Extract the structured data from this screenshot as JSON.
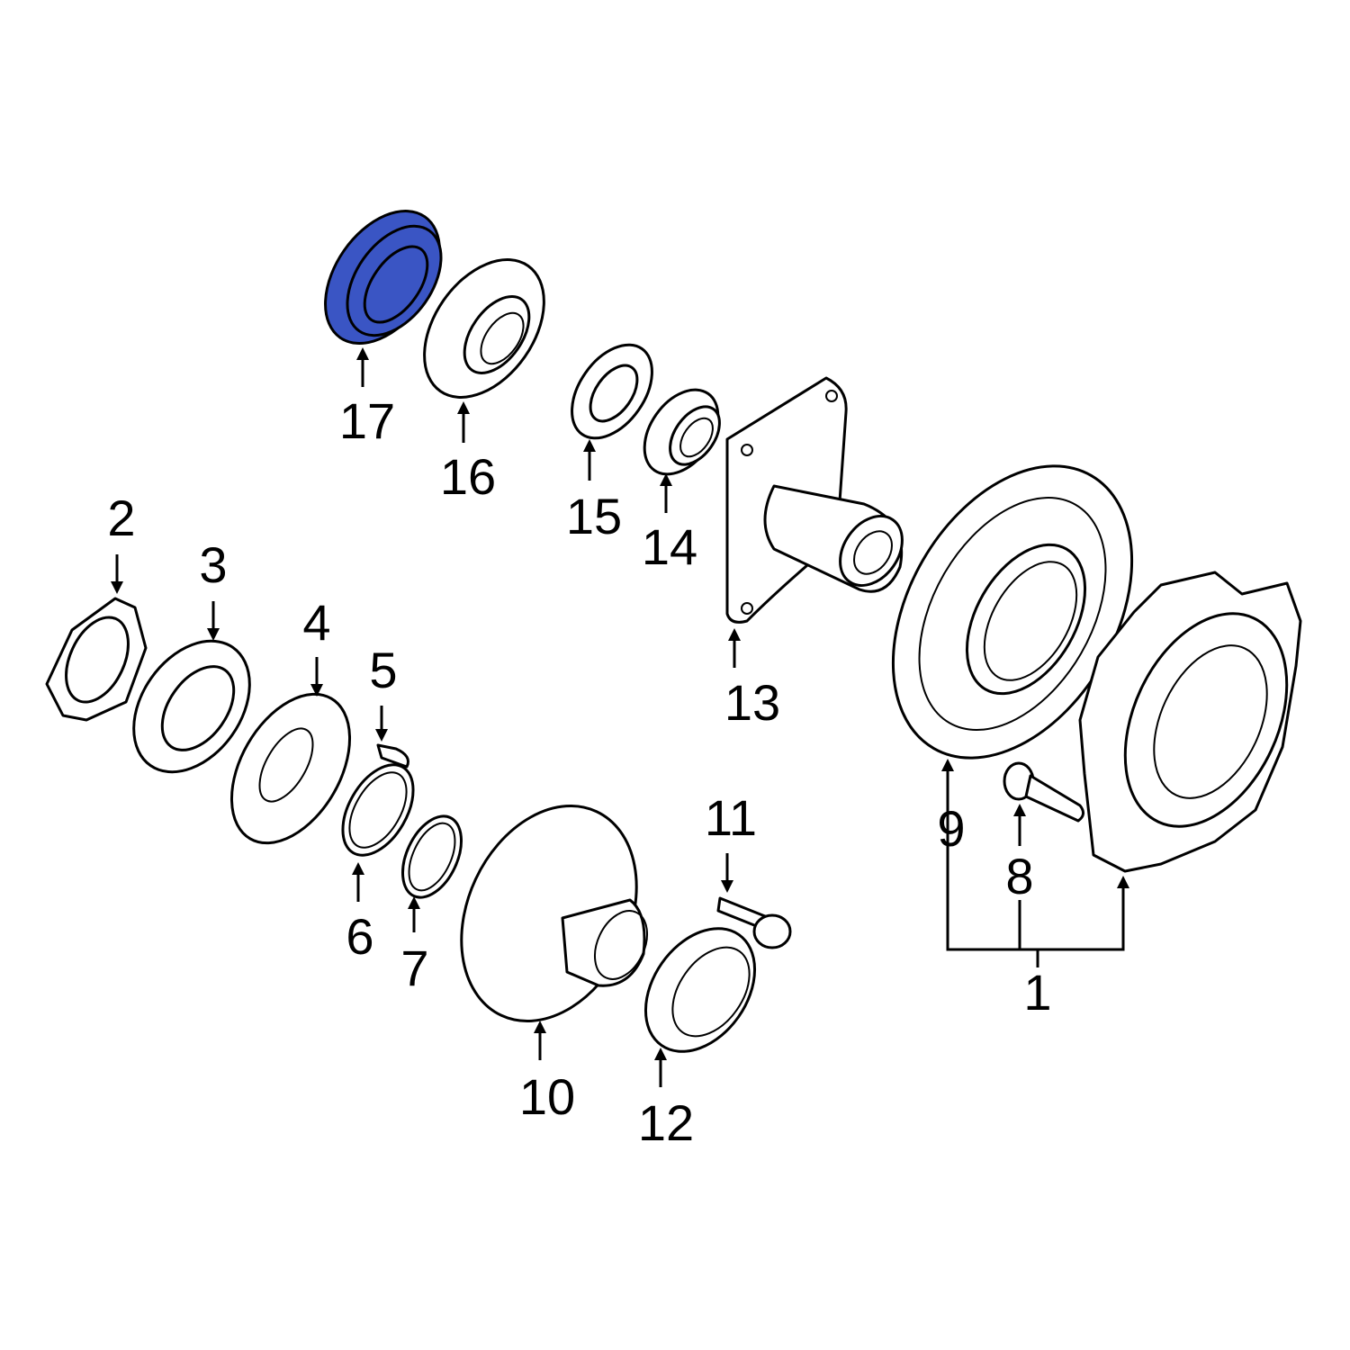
{
  "diagram": {
    "highlight_color": "#3a55c4",
    "callouts": [
      {
        "id": "1",
        "text": "1"
      },
      {
        "id": "2",
        "text": "2"
      },
      {
        "id": "3",
        "text": "3"
      },
      {
        "id": "4",
        "text": "4"
      },
      {
        "id": "5",
        "text": "5"
      },
      {
        "id": "6",
        "text": "6"
      },
      {
        "id": "7",
        "text": "7"
      },
      {
        "id": "8",
        "text": "8"
      },
      {
        "id": "9",
        "text": "9"
      },
      {
        "id": "10",
        "text": "10"
      },
      {
        "id": "11",
        "text": "11"
      },
      {
        "id": "12",
        "text": "12"
      },
      {
        "id": "13",
        "text": "13"
      },
      {
        "id": "14",
        "text": "14"
      },
      {
        "id": "15",
        "text": "15"
      },
      {
        "id": "16",
        "text": "16"
      },
      {
        "id": "17",
        "text": "17"
      }
    ],
    "highlighted_part": "17"
  }
}
